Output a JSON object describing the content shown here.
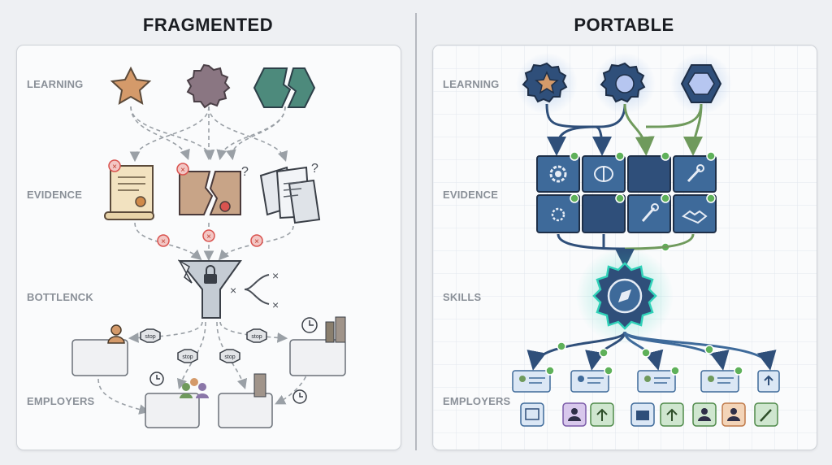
{
  "left": {
    "title": "FRAGMENTED",
    "rows": [
      "LEARNING",
      "EVIDENCE",
      "BOTTLENCK",
      "EMPLOYERS"
    ],
    "stop_label": "stop"
  },
  "right": {
    "title": "PORTABLE",
    "rows": [
      "LEARNING",
      "EVIDENCE",
      "SKILLS",
      "EMPLOYERS"
    ]
  },
  "icons": {
    "left_learning": [
      "star-badge-icon",
      "seal-badge-icon",
      "broken-hexagon-icon"
    ],
    "left_evidence": [
      "scroll-certificate-icon",
      "torn-certificate-icon",
      "scattered-documents-icon"
    ],
    "left_bottleneck": [
      "locked-funnel-icon"
    ],
    "right_learning": [
      "star-badge-icon",
      "seal-badge-icon",
      "hexagon-badge-icon"
    ],
    "right_evidence": [
      "gear-icon",
      "brain-icon",
      "wrench-icon",
      "handshake-icon"
    ],
    "right_skills": [
      "compass-gear-icon"
    ]
  },
  "colors": {
    "navy": "#2f4f7a",
    "blue": "#3e6a9a",
    "green": "#6f9a5c",
    "check": "#5fb15a",
    "error": "#d9534f",
    "glow": "#2fd1b8"
  }
}
